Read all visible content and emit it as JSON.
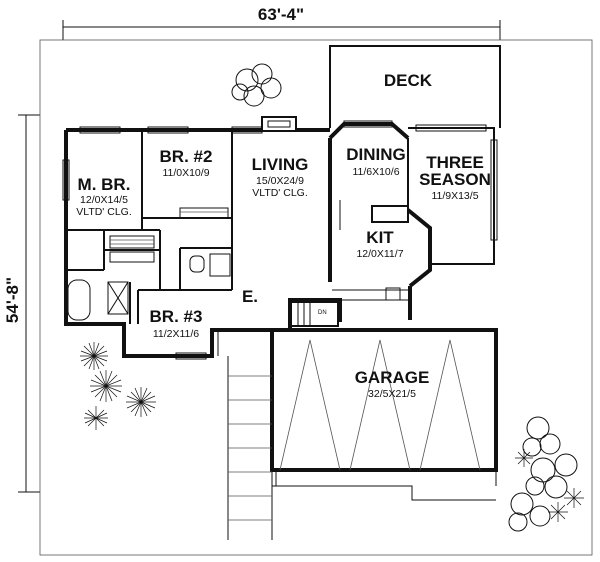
{
  "dimensions": {
    "width": "63'-4\"",
    "depth": "54'-8\""
  },
  "rooms": {
    "deck": {
      "name": "DECK"
    },
    "master": {
      "name": "M. BR.",
      "size": "12/0X14/5",
      "note": "VLTD' CLG."
    },
    "br2": {
      "name": "BR. #2",
      "size": "11/0X10/9"
    },
    "living": {
      "name": "LIVING",
      "size": "15/0X24/9",
      "note": "VLTD' CLG."
    },
    "dining": {
      "name": "DINING",
      "size": "11/6X10/6"
    },
    "three_season": {
      "name_line1": "THREE",
      "name_line2": "SEASON",
      "size": "11/9X13/5"
    },
    "kitchen": {
      "name": "KIT",
      "size": "12/0X11/7"
    },
    "br3": {
      "name": "BR. #3",
      "size": "11/2X11/6"
    },
    "entry": {
      "name": "E."
    },
    "garage": {
      "name": "GARAGE",
      "size": "32/5X21/5"
    }
  },
  "annotations": {
    "stair": "DN"
  },
  "icons": [
    "tree-icon",
    "shrub-icon"
  ]
}
